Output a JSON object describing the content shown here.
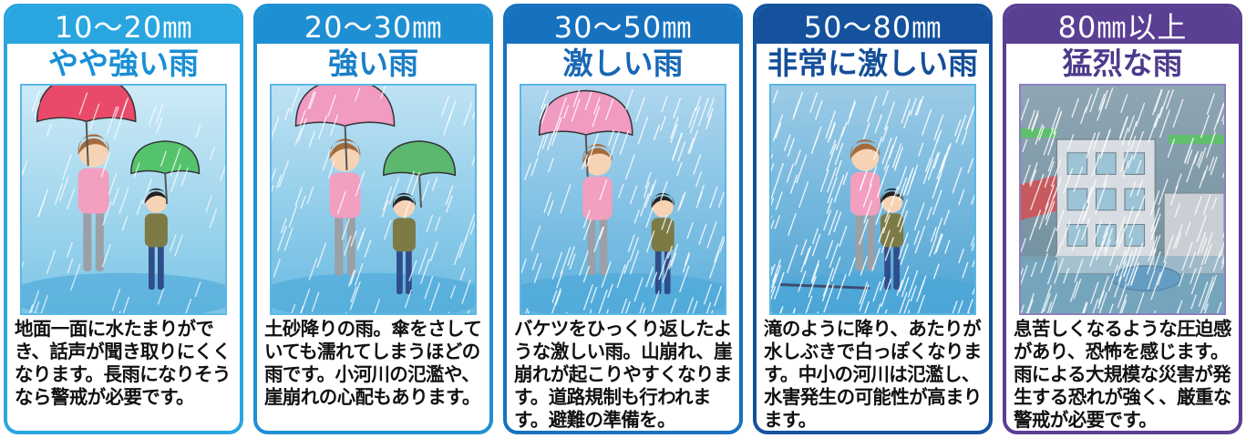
{
  "cards": [
    {
      "range": "10〜20㎜",
      "name": "やや強い雨",
      "description": "地面一面に水たまりができ、話声が聞き取りにくくなります。長雨になりそうなら警戒が必要です。",
      "header_color": "#29a6e0",
      "name_color": "#1a8fd6",
      "illustration_icon": "woman-and-boy-with-umbrellas-icon"
    },
    {
      "range": "20〜30㎜",
      "name": "強い雨",
      "description": "土砂降りの雨。傘をさしていても濡れてしまうほどの雨です。小河川の氾濫や、崖崩れの心配もあります。",
      "header_color": "#1f8fd3",
      "name_color": "#1a7fca",
      "illustration_icon": "woman-and-boy-with-umbrellas-icon"
    },
    {
      "range": "30〜50㎜",
      "name": "激しい雨",
      "description": "バケツをひっくり返したような激しい雨。山崩れ、崖崩れが起こりやすくなります。道路規制も行われます。避難の準備を。",
      "header_color": "#1672bf",
      "name_color": "#1768b5",
      "illustration_icon": "woman-with-umbrella-and-boy-icon"
    },
    {
      "range": "50〜80㎜",
      "name": "非常に激しい雨",
      "description": "滝のように降り、あたりが水しぶきで白っぽくなります。中小の河川は氾濫し、水害発生の可能性が高まります。",
      "header_color": "#14529e",
      "name_color": "#144f99",
      "illustration_icon": "woman-shielding-boy-icon"
    },
    {
      "range": "80㎜以上",
      "name": "猛烈な雨",
      "description": "息苦しくなるような圧迫感があり、恐怖を感じます。雨による大規模な災害が発生する恐れが強く、厳重な警戒が必要です。",
      "header_color": "#5b3f93",
      "name_color": "#4d3a8c",
      "illustration_icon": "flooded-town-icon"
    }
  ]
}
